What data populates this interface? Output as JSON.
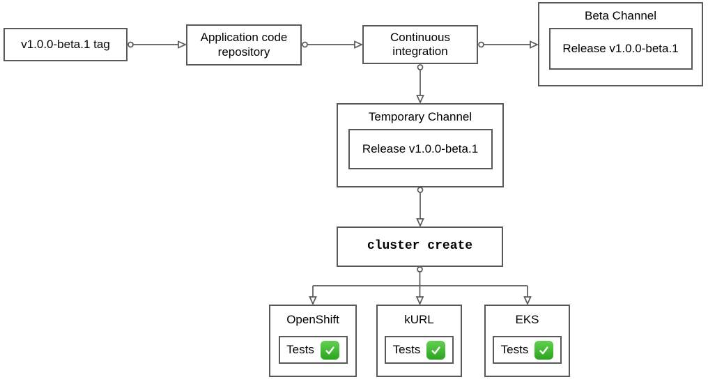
{
  "diagram": {
    "description": "Beta release CI pipeline flowchart",
    "colors": {
      "background": "#ffffff",
      "stroke": "#595959",
      "text": "#000000",
      "check_green_top": "#64cf52",
      "check_green_bottom": "#2aa41d",
      "check_mark": "#ffffff"
    },
    "nodes": {
      "tag": {
        "label": "v1.0.0-beta.1 tag"
      },
      "app_repo": {
        "label": "Application code repository"
      },
      "ci": {
        "label": "Continuous integration"
      },
      "beta_channel": {
        "title": "Beta Channel",
        "release_label": "Release v1.0.0-beta.1"
      },
      "temp_channel": {
        "title": "Temporary Channel",
        "release_label": "Release v1.0.0-beta.1"
      },
      "cluster_create": {
        "label": "cluster create"
      },
      "clusters": [
        {
          "title": "OpenShift",
          "tests_label": "Tests",
          "status_icon": "green-check-icon"
        },
        {
          "title": "kURL",
          "tests_label": "Tests",
          "status_icon": "green-check-icon"
        },
        {
          "title": "EKS",
          "tests_label": "Tests",
          "status_icon": "green-check-icon"
        }
      ]
    },
    "edges": [
      "tag -> app_repo",
      "app_repo -> ci",
      "ci -> beta_channel",
      "ci -> temp_channel",
      "temp_channel -> cluster_create",
      "cluster_create -> openshift",
      "cluster_create -> kurl",
      "cluster_create -> eks"
    ]
  }
}
